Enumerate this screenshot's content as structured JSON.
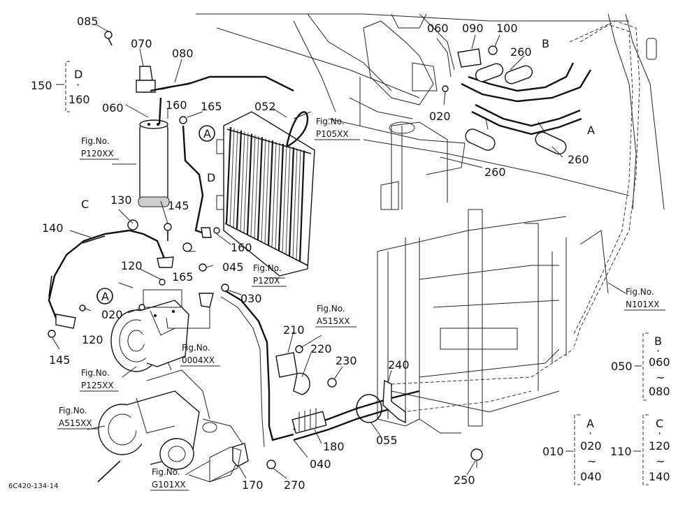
{
  "diagram": {
    "part_labels": {
      "p085": "085",
      "p070": "070",
      "p080": "080",
      "p060a": "060",
      "p160a": "160",
      "p165a": "165",
      "p052": "052",
      "p060b": "060",
      "p090": "090",
      "p100": "100",
      "p260a": "260",
      "p020a": "020",
      "p260b": "260",
      "p260c": "260",
      "p130": "130",
      "p145a": "145",
      "p140": "140",
      "p160b": "160",
      "p120a": "120",
      "p165b": "165",
      "p045": "045",
      "p030": "030",
      "p020b": "020",
      "p120b": "120",
      "p145b": "145",
      "p210": "210",
      "p220": "220",
      "p230": "230",
      "p240": "240",
      "p055": "055",
      "p180": "180",
      "p040": "040",
      "p170": "170",
      "p270": "270",
      "p250": "250"
    },
    "letters": {
      "B": "B",
      "A1": "A",
      "A2": "A",
      "A3": "A",
      "C": "C",
      "D": "D"
    },
    "fig_refs": {
      "fig_label": "Fig.No.",
      "p105": "P105XX",
      "p120xx": "P120XX",
      "p120x": "P120X",
      "a515_right": "A515XX",
      "p125": "P125XX",
      "f0004": "0004XX",
      "a515_left": "A515XX",
      "g101": "G101XX",
      "n101": "N101XX"
    },
    "groups": [
      {
        "id": "150",
        "letter": "D",
        "top": "·",
        "from": "160",
        "tilde": "",
        "to": ""
      },
      {
        "id": "050",
        "letter": "B",
        "top": "·",
        "from": "060",
        "tilde": "~",
        "to": "080"
      },
      {
        "id": "010",
        "letter": "A",
        "top": "·",
        "from": "020",
        "tilde": "~",
        "to": "040"
      },
      {
        "id": "110",
        "letter": "C",
        "top": "·",
        "from": "120",
        "tilde": "~",
        "to": "140"
      }
    ],
    "drawing_code": "6C420-134-14"
  }
}
